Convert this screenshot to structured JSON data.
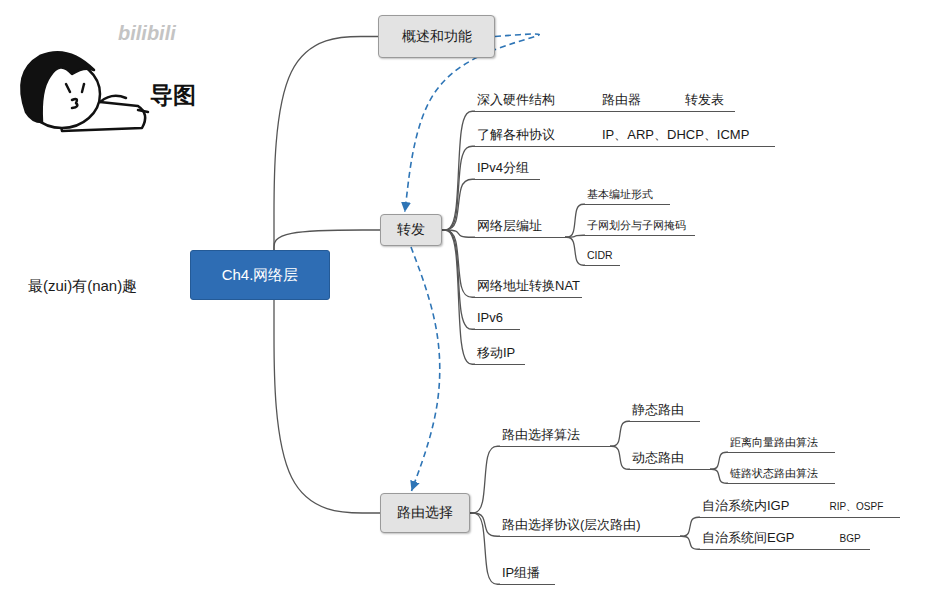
{
  "diagram": {
    "nodes": [
      {
        "text": [
          "Ch4.网络层"
        ]
      },
      {
        "text": [
          "概述和功能"
        ]
      },
      {
        "text": [
          "转发"
        ]
      },
      {
        "text": [
          "深入硬件结构",
          "路由器",
          "转发表"
        ]
      },
      {
        "text": [
          "了解各种协议",
          "IP、ARP、DHCP、ICMP"
        ]
      },
      {
        "text": [
          "IPv4分组"
        ]
      },
      {
        "text": [
          "网络层编址"
        ]
      },
      {
        "text": [
          "基本编址形式"
        ]
      },
      {
        "text": [
          "子网划分与子网掩码"
        ]
      },
      {
        "text": [
          "CIDR"
        ]
      },
      {
        "text": [
          "网络地址转换NAT"
        ]
      },
      {
        "text": [
          "IPv6"
        ]
      },
      {
        "text": [
          "移动IP"
        ]
      },
      {
        "text": [
          "路由选择"
        ]
      },
      {
        "text": [
          "路由选择算法"
        ]
      },
      {
        "text": [
          "静态路由"
        ]
      },
      {
        "text": [
          "动态路由"
        ]
      },
      {
        "text": [
          "距离向量路由算法"
        ]
      },
      {
        "text": [
          "链路状态路由算法"
        ]
      },
      {
        "text": [
          "路由选择协议(层次路由)"
        ]
      },
      {
        "text": [
          "自治系统内IGP",
          "RIP、OSPF"
        ]
      },
      {
        "text": [
          "自治系统间EGP",
          "BGP"
        ]
      },
      {
        "text": [
          "IP组播"
        ]
      }
    ],
    "edges": [
      {
        "from": 0,
        "to": 1,
        "arrow": "none"
      },
      {
        "from": 0,
        "to": 2,
        "arrow": "none"
      },
      {
        "from": 0,
        "to": 13,
        "arrow": "none"
      },
      {
        "from": 2,
        "to": 3,
        "arrow": "none"
      },
      {
        "from": 2,
        "to": 4,
        "arrow": "none"
      },
      {
        "from": 2,
        "to": 5,
        "arrow": "none"
      },
      {
        "from": 2,
        "to": 6,
        "arrow": "none"
      },
      {
        "from": 2,
        "to": 10,
        "arrow": "none"
      },
      {
        "from": 2,
        "to": 11,
        "arrow": "none"
      },
      {
        "from": 2,
        "to": 12,
        "arrow": "none"
      },
      {
        "from": 6,
        "to": 7,
        "arrow": "none"
      },
      {
        "from": 6,
        "to": 8,
        "arrow": "none"
      },
      {
        "from": 6,
        "to": 9,
        "arrow": "none"
      },
      {
        "from": 13,
        "to": 14,
        "arrow": "none"
      },
      {
        "from": 13,
        "to": 19,
        "arrow": "none"
      },
      {
        "from": 13,
        "to": 22,
        "arrow": "none"
      },
      {
        "from": 14,
        "to": 15,
        "arrow": "none"
      },
      {
        "from": 14,
        "to": 16,
        "arrow": "none"
      },
      {
        "from": 16,
        "to": 17,
        "arrow": "none"
      },
      {
        "from": 16,
        "to": 18,
        "arrow": "none"
      },
      {
        "from": 19,
        "to": 20,
        "arrow": "none"
      },
      {
        "from": 19,
        "to": 21,
        "arrow": "none"
      },
      {
        "from": 1,
        "to": 2,
        "arrow": "to"
      },
      {
        "from": 2,
        "to": 13,
        "arrow": "to"
      }
    ],
    "labels": [
      "bilibili",
      "导图",
      "最(zui)有(nan)趣"
    ]
  }
}
